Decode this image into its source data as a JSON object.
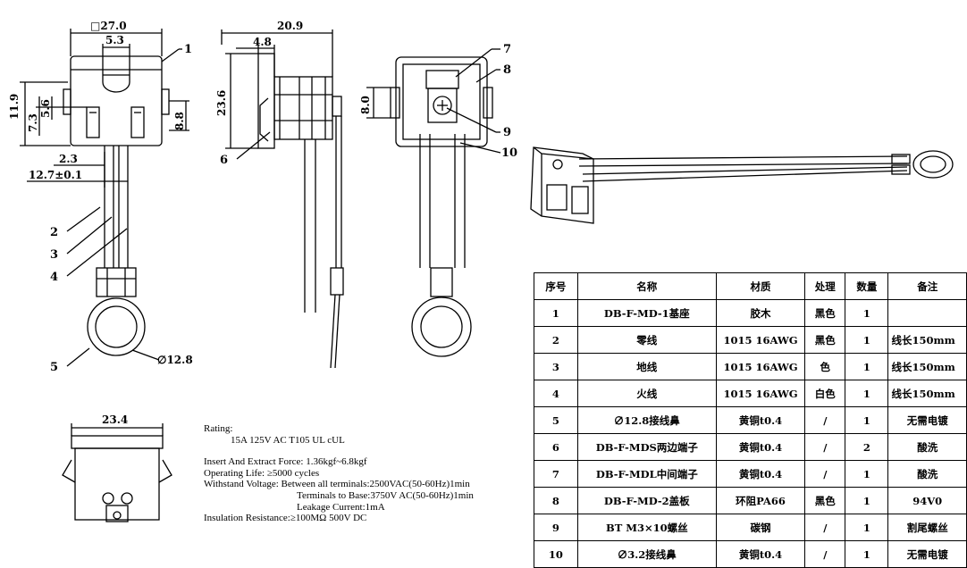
{
  "front_view": {
    "dim_width": "□27.0",
    "dim_hole": "5.3",
    "dim_height": "11.9",
    "dim_a": "5.6",
    "dim_b": "7.3",
    "dim_c": "8.8",
    "dim_d": "2.3",
    "dim_e": "12.7±0.1",
    "dim_ring": "∅12.8",
    "callouts": [
      "1",
      "2",
      "3",
      "4",
      "5"
    ]
  },
  "side_view": {
    "dim_width": "20.9",
    "dim_small": "4.8",
    "dim_height": "23.6",
    "callout": "6"
  },
  "back_view": {
    "dim_h": "8.0",
    "callouts": [
      "7",
      "8",
      "9",
      "10"
    ]
  },
  "bottom_view": {
    "dim_width": "23.4"
  },
  "notes": {
    "rating_label": "Rating:",
    "rating_value": "15A 125V AC T105 UL cUL",
    "insert_force": "Insert And Extract Force:  1.36kgf~6.8kgf",
    "operating_life": "Operating Life:                  ≥5000 cycles",
    "withstand_1": "Withstand Voltage: Between all terminals:2500VAC(50-60Hz)1min",
    "withstand_2": "Terminals to Base:3750V AC(50-60Hz)1min",
    "withstand_3": "Leakage Current:1mA",
    "insulation": "Insulation Resistance:≥100MΩ   500V DC"
  },
  "bom": {
    "headers": [
      "序号",
      "名称",
      "材质",
      "处理",
      "数量",
      "备注"
    ],
    "rows": [
      [
        "1",
        "DB-F-MD-1基座",
        "胶木",
        "黑色",
        "1",
        ""
      ],
      [
        "2",
        "零线",
        "1015 16AWG",
        "黑色",
        "1",
        "线长150mm"
      ],
      [
        "3",
        "地线",
        "1015 16AWG",
        "色",
        "1",
        "线长150mm"
      ],
      [
        "4",
        "火线",
        "1015 16AWG",
        "白色",
        "1",
        "线长150mm"
      ],
      [
        "5",
        "∅12.8接线鼻",
        "黄铜t0.4",
        "/",
        "1",
        "无需电镀"
      ],
      [
        "6",
        "DB-F-MDS两边端子",
        "黄铜t0.4",
        "/",
        "2",
        "酸洗"
      ],
      [
        "7",
        "DB-F-MDL中间端子",
        "黄铜t0.4",
        "/",
        "1",
        "酸洗"
      ],
      [
        "8",
        "DB-F-MD-2盖板",
        "环阻PA66",
        "黑色",
        "1",
        "94V0"
      ],
      [
        "9",
        "BT M3×10螺丝",
        "碳钢",
        "/",
        "1",
        "割尾螺丝"
      ],
      [
        "10",
        "∅3.2接线鼻",
        "黄铜t0.4",
        "/",
        "1",
        "无需电镀"
      ]
    ]
  }
}
